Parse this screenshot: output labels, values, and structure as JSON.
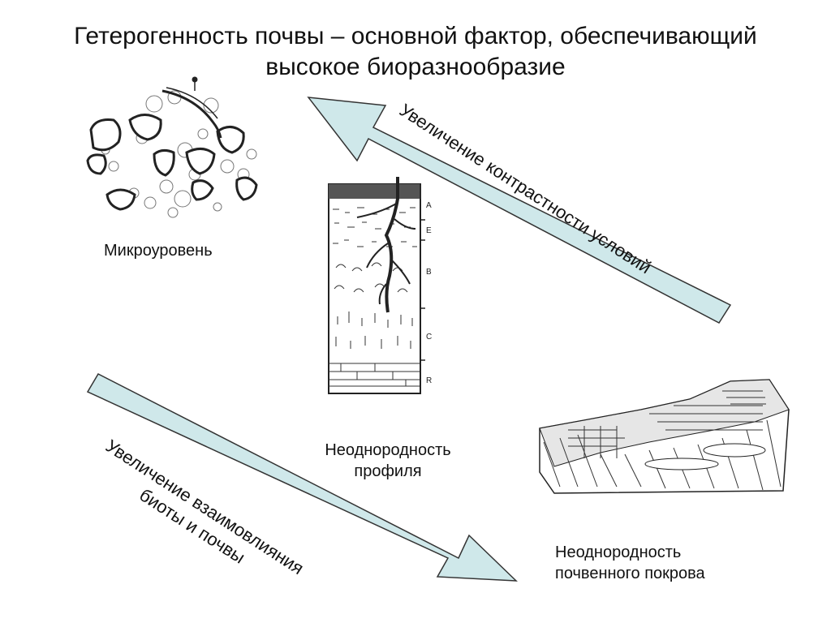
{
  "title": {
    "line1": "Гетерогенность почвы – основной фактор, обеспечивающий",
    "line2": "высокое биоразнообразие"
  },
  "labels": {
    "micro": "Микроуровень",
    "profile_line1": "Неоднородность",
    "profile_line2": "профиля",
    "cover_line1": "Неоднородность",
    "cover_line2": "почвенного покрова"
  },
  "arrows": {
    "upper": {
      "text": "Увеличение контрастности условий",
      "direction": "up-left"
    },
    "lower": {
      "line1": "Увеличение взаимовлияния",
      "line2": "биоты и почвы",
      "direction": "down-right"
    }
  },
  "profile_horizons": [
    "A",
    "E",
    "B",
    "C",
    "R"
  ],
  "colors": {
    "arrow_fill": "#cfe8ea",
    "arrow_stroke": "#333333"
  }
}
